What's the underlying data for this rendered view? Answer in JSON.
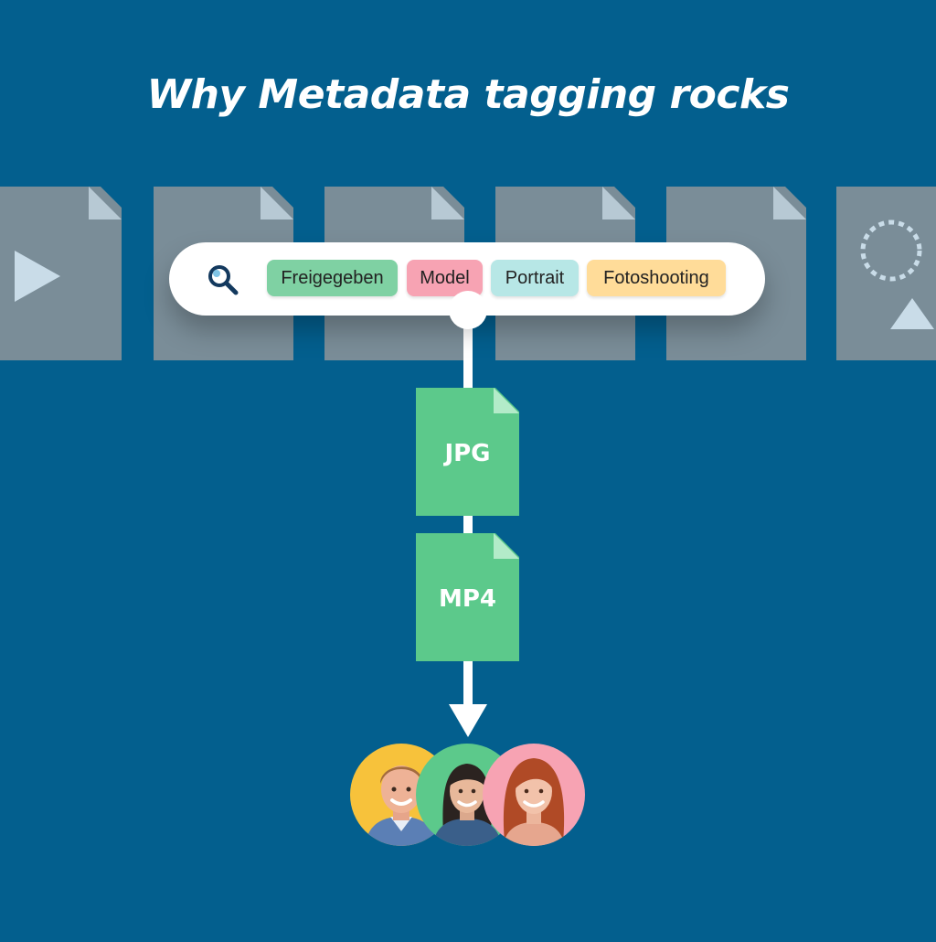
{
  "title": "Why Metadata tagging rocks",
  "search": {
    "icon": "search-icon",
    "tags": [
      "Freigegeben",
      "Model",
      "Portrait",
      "Fotoshooting"
    ]
  },
  "files": [
    {
      "label": "JPG"
    },
    {
      "label": "MP4"
    }
  ],
  "colors": {
    "background": "#035f8e",
    "document_gray": "#7a8d98",
    "file_green": "#5cc98b",
    "tag_green": "#7fd1a3",
    "tag_pink": "#f7a3b3",
    "tag_teal": "#b7e7e6",
    "tag_yellow": "#ffdc99",
    "avatar_yellow": "#f7c23b",
    "avatar_green": "#5cc98b",
    "avatar_pink": "#f7a3b3"
  },
  "background_documents": [
    {
      "icon": "play-icon"
    },
    {
      "icon": ""
    },
    {
      "icon": ""
    },
    {
      "icon": ""
    },
    {
      "icon": ""
    },
    {
      "icon": "shapes-icon"
    }
  ],
  "avatars": [
    {
      "icon": "person-avatar-man"
    },
    {
      "icon": "person-avatar-woman-dark-hair"
    },
    {
      "icon": "person-avatar-woman-red-hair"
    }
  ]
}
